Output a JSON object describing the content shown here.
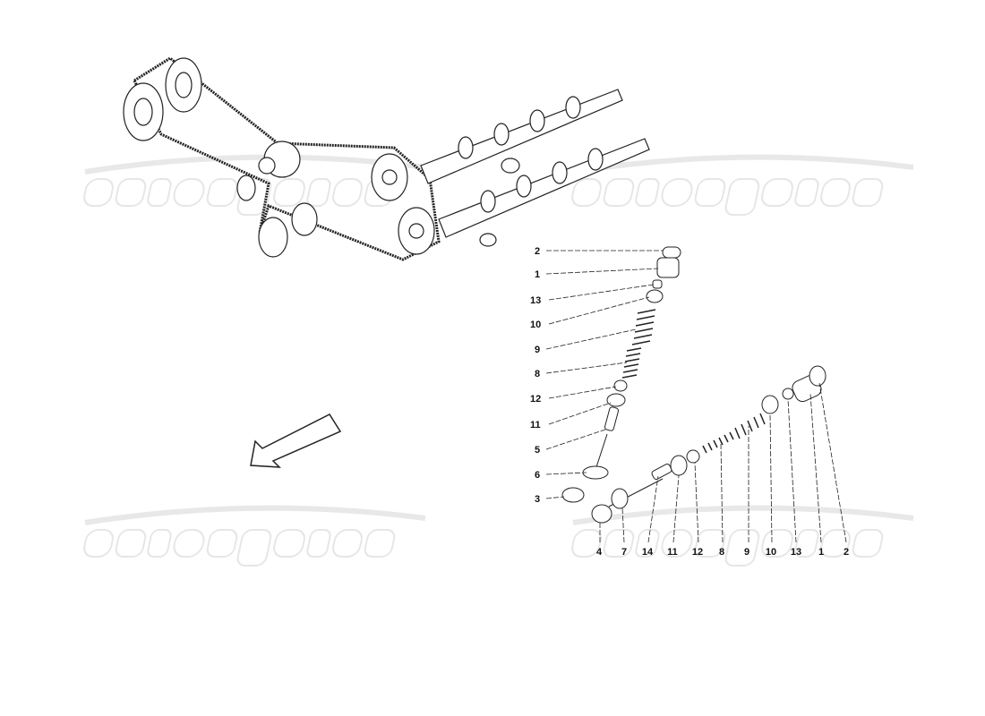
{
  "watermark": "eurospares",
  "colors": {
    "ink": "#222222",
    "watermark": "#e4e4e4",
    "background": "#ffffff"
  },
  "vertical_valve_labels": [
    "2",
    "1",
    "13",
    "10",
    "9",
    "8",
    "12",
    "11",
    "5",
    "6",
    "3"
  ],
  "horizontal_valve_labels": [
    "4",
    "7",
    "14",
    "11",
    "12",
    "8",
    "9",
    "10",
    "13",
    "1",
    "2"
  ],
  "direction_arrow": "arrow-down-left-icon"
}
